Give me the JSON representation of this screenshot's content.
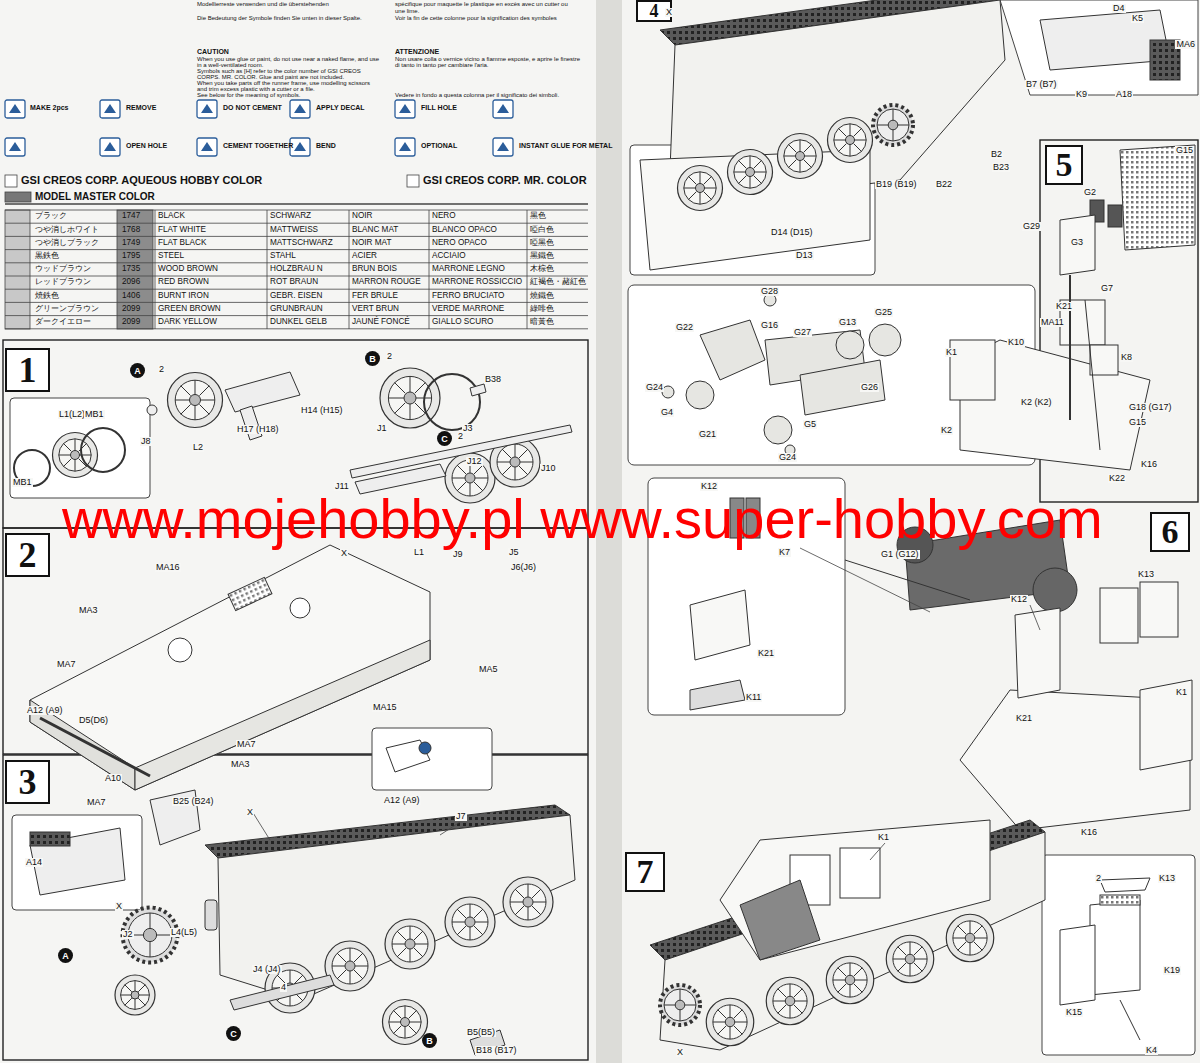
{
  "diagram": {
    "nodes": [
      {
        "text": [
          "1"
        ]
      },
      {
        "text": [
          "A"
        ]
      },
      {
        "text": [
          "B"
        ]
      },
      {
        "text": [
          "C"
        ]
      },
      {
        "text": [
          "2"
        ]
      },
      {
        "text": [
          "3"
        ]
      },
      {
        "text": [
          "A"
        ]
      },
      {
        "text": [
          "C"
        ]
      },
      {
        "text": [
          "B"
        ]
      },
      {
        "text": [
          "4"
        ]
      },
      {
        "text": [
          "5"
        ]
      },
      {
        "text": [
          "6"
        ]
      },
      {
        "text": [
          "7"
        ]
      }
    ],
    "labels": [
      "Modellierreste verwenden und die überstehenden",
      "Die Bedeutung der Symbole finden Sie unten in dieser Spalte.",
      "spécifique pour maquette le plastique en excès avec un cutter ou",
      "une lime.",
      "Voir la fin de cette colonne pour la signification des symboles",
      "CAUTION",
      "When you use glue or paint, do not use near a naked flame, and use",
      "in a well-ventilated room.",
      "Symbols such as [H] refer to the color number of GSI CREOS",
      "CORPS. MR. COLOR. Glue and paint are not included.",
      "When you take parts off the runner frame, use modelling scissors",
      "and trim excess plastic with a cutter or a file.",
      "See below for the meaning of symbols.",
      "ATTENZIONE",
      "Non usare colla o vernice vicino a fiamme esposte, e aprire le finestre",
      "di tanto in tanto per cambiare l'aria.",
      "Vedere in fondo a questa colonna per il significato dei simboli.",
      "MAKE 2pcs",
      "REMOVE",
      "DO NOT CEMENT",
      "APPLY DECAL",
      "FILL HOLE",
      "OPEN HOLE",
      "CEMENT TOGETHER",
      "BEND",
      "OPTIONAL",
      "INSTANT GLUE FOR METAL",
      "GSI CREOS CORP. AQUEOUS HOBBY COLOR",
      "GSI CREOS CORP. MR. COLOR",
      "MODEL MASTER COLOR",
      "ブラック",
      "1747",
      "BLACK",
      "SCHWARZ",
      "NOIR",
      "NERO",
      "黑色",
      "つや消しホワイト",
      "1768",
      "FLAT WHITE",
      "MATTWEISS",
      "BLANC MAT",
      "BLANCO OPACO",
      "啞白色",
      "つや消しブラック",
      "1749",
      "FLAT BLACK",
      "MATTSCHWARZ",
      "NOIR MAT",
      "NERO OPACO",
      "啞黑色",
      "黒鉄色",
      "1795",
      "STEEL",
      "STAHL",
      "ACIER",
      "ACCIAIO",
      "黑鐵色",
      "ウッドブラウン",
      "1735",
      "WOOD BROWN",
      "HOLZBRAU N",
      "BRUN BOIS",
      "MARRONE LEGNO",
      "木棕色",
      "レッドブラウン",
      "2096",
      "RED BROWN",
      "ROT BRAUN",
      "MARRON ROUGE",
      "MARRONE ROSSICCIO",
      "紅褐色・赭紅色",
      "焼鉄色",
      "1406",
      "BURNT IRON",
      "GEBR. EISEN",
      "FER BRULE",
      "FERRO BRUCIATO",
      "燒鐵色",
      "グリーンブラウン",
      "2099",
      "GREEN BROWN",
      "GRUNBRAUN",
      "VERT BRUN",
      "VERDE MARRONE",
      "綠啡色",
      "ダークイエロー",
      "2099",
      "DARK YELLOW",
      "DUNKEL GELB",
      "JAUNÉ FONCÉ",
      "GIALLO SCURO",
      "暗黃色",
      "2",
      "2",
      "2",
      "L1(L2)",
      "MB1",
      "MB1",
      "J8",
      "L2",
      "H17 (H18)",
      "H14 (H15)",
      "J1",
      "J3",
      "B38",
      "J12",
      "J10",
      "J11",
      "L1",
      "J9",
      "J5",
      "J6(J6)",
      "MA16",
      "X",
      "MA3",
      "MA7",
      "MA5",
      "A12 (A9)",
      "D5(D6)",
      "A10",
      "MA15",
      "MA7",
      "MA7",
      "MA3",
      "A12 (A9)",
      "B25 (B24)",
      "X",
      "J7",
      "A14",
      "X",
      "J2",
      "L4(L5)",
      "J4 (J4)",
      "4",
      "B5(B5)",
      "B18 (B17)",
      "X",
      "D4",
      "K5",
      "MA6",
      "B7 (B7)",
      "K9",
      "A18",
      "B2",
      "B23",
      "B22",
      "B19 (B19)",
      "D14 (D15)",
      "D13",
      "G15",
      "G2",
      "G3",
      "G29",
      "G7",
      "K21",
      "MA11",
      "K8",
      "K1",
      "K10",
      "G18 (G17)",
      "G15",
      "K2 (K2)",
      "K2",
      "K16",
      "K22",
      "G28",
      "G16",
      "G27",
      "G13",
      "G25",
      "G22",
      "G26",
      "G24",
      "G4",
      "G21",
      "G5",
      "G24",
      "K12",
      "K7",
      "K21",
      "K11",
      "G1 (G12)",
      "K13",
      "K12",
      "K1",
      "K21",
      "K16",
      "K1",
      "X",
      "K13",
      "2",
      "K19",
      "K15",
      "K4",
      "www.mojehobby.pl www.super-hobby.com"
    ]
  }
}
